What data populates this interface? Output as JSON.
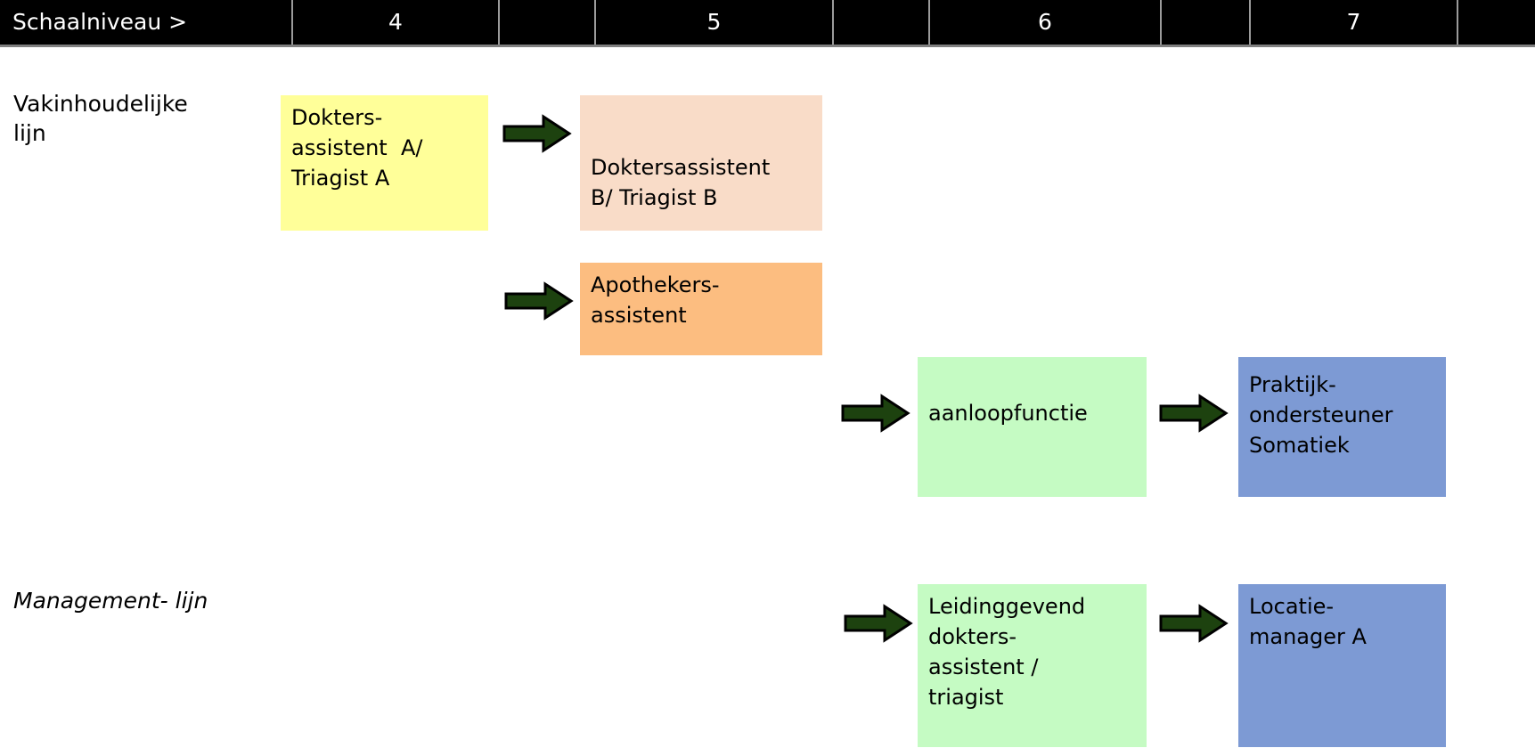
{
  "header": {
    "label": "Schaalniveau >",
    "levels": [
      "4",
      "5",
      "6",
      "7"
    ]
  },
  "rows": {
    "professional": {
      "label": "Vakinhoudelijke\nlijn"
    },
    "management": {
      "label": "Management- lijn"
    }
  },
  "boxes": {
    "doktersassistent_a": {
      "text": "Dokters-\nassistent  A/\nTriagist A",
      "level": "4"
    },
    "doktersassistent_b": {
      "text": "Doktersassistent\nB/ Triagist B",
      "level": "5"
    },
    "apothekersassistent": {
      "text": "Apothekers-\nassistent",
      "level": "5"
    },
    "aanloopfunctie": {
      "text": "aanloopfunctie",
      "level": "6"
    },
    "praktijkondersteuner_somatiek": {
      "text": "Praktijk-\nondersteuner\nSomatiek",
      "level": "7"
    },
    "leidinggevend_doktersassistent": {
      "text": "Leidinggevend\ndokters-\nassistent /\ntriagist",
      "level": "6"
    },
    "locatiemanager_a": {
      "text": "Locatie-\nmanager A",
      "level": "7"
    }
  },
  "colors": {
    "box_yellow": "#ffff99",
    "box_peach": "#f9dcc8",
    "box_orange": "#fcbd80",
    "box_green": "#c5fbc3",
    "box_blue": "#7d9ad4",
    "arrow_fill": "#1d420f",
    "arrow_outline": "#000000",
    "header_bg": "#000000",
    "header_text": "#ffffff"
  }
}
